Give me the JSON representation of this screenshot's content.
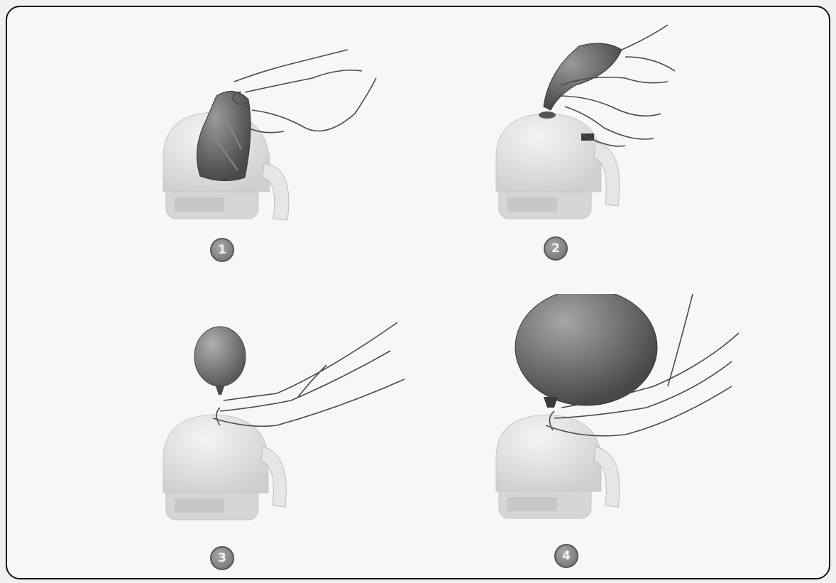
{
  "steps": [
    {
      "number": "1",
      "action": "attach-balloon"
    },
    {
      "number": "2",
      "action": "press-nozzle"
    },
    {
      "number": "3",
      "action": "inflating"
    },
    {
      "number": "4",
      "action": "fully-inflated"
    }
  ],
  "colors": {
    "frame_border": "#151515",
    "background": "#f7f7f7",
    "pump_body": "#dedede",
    "balloon": "#5e5e5e",
    "badge": "#7a7a7a"
  }
}
